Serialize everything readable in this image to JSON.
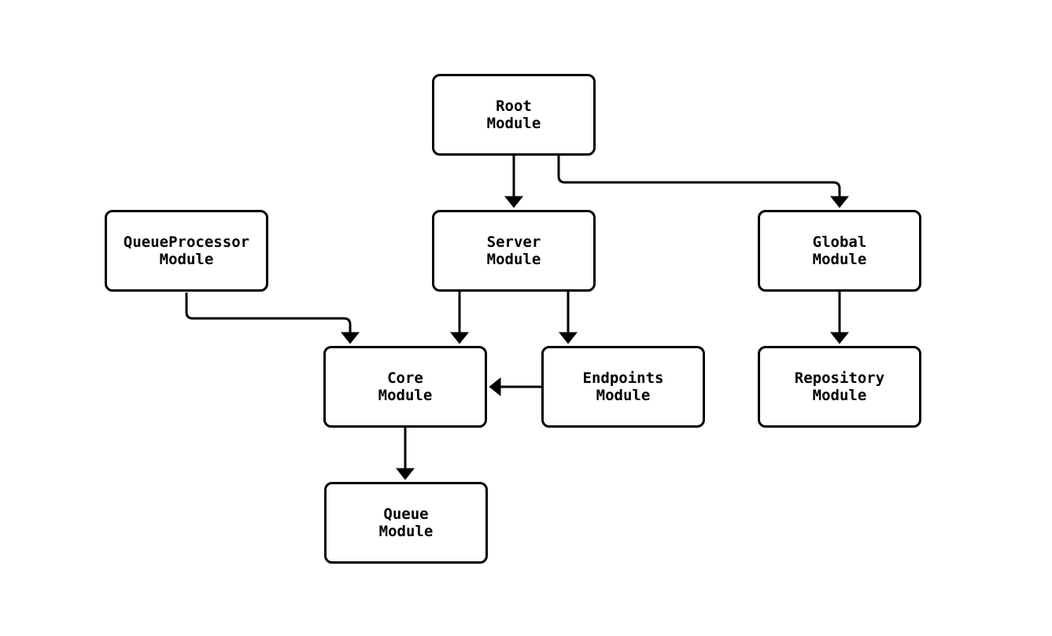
{
  "diagram": {
    "type": "flowchart",
    "background_color": "#ffffff",
    "node_fill_color": "#ffffff",
    "node_border_color": "#000000",
    "edge_color": "#000000",
    "text_color": "#000000",
    "nodes": {
      "root": {
        "label": "Root\nModule"
      },
      "server": {
        "label": "Server\nModule"
      },
      "queueprocessor": {
        "label": "QueueProcessor\nModule"
      },
      "global": {
        "label": "Global\nModule"
      },
      "core": {
        "label": "Core\nModule"
      },
      "endpoints": {
        "label": "Endpoints\nModule"
      },
      "repository": {
        "label": "Repository\nModule"
      },
      "queue": {
        "label": "Queue\nModule"
      }
    },
    "edges": [
      {
        "from": "Root Module",
        "to": "Server Module"
      },
      {
        "from": "Root Module",
        "to": "Global Module"
      },
      {
        "from": "QueueProcessor Module",
        "to": "Core Module"
      },
      {
        "from": "Server Module",
        "to": "Core Module"
      },
      {
        "from": "Server Module",
        "to": "Endpoints Module"
      },
      {
        "from": "Endpoints Module",
        "to": "Core Module"
      },
      {
        "from": "Global Module",
        "to": "Repository Module"
      },
      {
        "from": "Core Module",
        "to": "Queue Module"
      }
    ]
  }
}
